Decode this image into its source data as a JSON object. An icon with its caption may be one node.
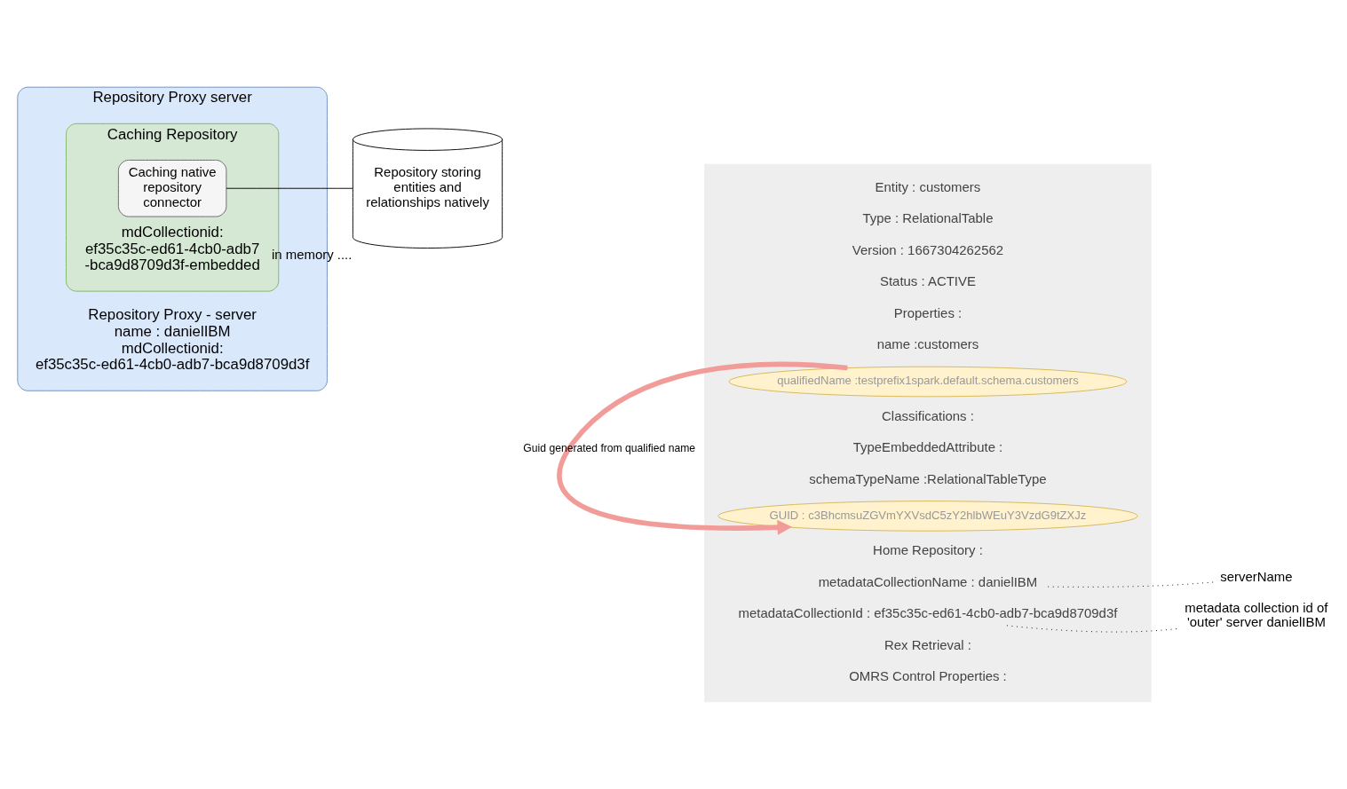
{
  "diagram": {
    "nodes": [
      {
        "text": [
          "Repository Proxy server",
          "Repository Proxy - server name : danielIBM mdCollectionid: ef35c35c-ed61-4cb0-adb7-bca9d8709d3f"
        ]
      },
      {
        "text": [
          "Caching Repository",
          "mdCollectionid: ef35c35c-ed61-4cb0-adb7 -bca9d8709d3f-embedded"
        ],
        "in": 0
      },
      {
        "text": [
          "Caching native repository connector"
        ],
        "in": 1
      },
      {
        "text": [
          "Repository storing entities and relationships natively"
        ],
        "beside": [
          "in memory ...."
        ]
      },
      {
        "text": [],
        "shape": "box"
      },
      {
        "text": [
          "Entity : customers"
        ],
        "in": 4
      },
      {
        "text": [
          "Type : RelationalTable"
        ],
        "in": 4
      },
      {
        "text": [
          "Version : 1667304262562"
        ],
        "in": 4
      },
      {
        "text": [
          "Status : ACTIVE"
        ],
        "in": 4
      },
      {
        "text": [
          "Properties :"
        ],
        "in": 4
      },
      {
        "text": [
          "name :customers"
        ],
        "in": 4
      },
      {
        "text": [
          "qualifiedName :testprefix1spark.default.schema.customers"
        ],
        "in": 4
      },
      {
        "text": [
          "Classifications :"
        ],
        "in": 4
      },
      {
        "text": [
          "TypeEmbeddedAttribute :"
        ],
        "in": 4
      },
      {
        "text": [
          "schemaTypeName :RelationalTableType"
        ],
        "in": 4
      },
      {
        "text": [
          "GUID : c3BhcmsuZGVmYXVsdC5zY2hlbWEuY3VzdG9tZXJz"
        ],
        "in": 4
      },
      {
        "text": [
          "Home Repository :"
        ],
        "in": 4
      },
      {
        "text": [
          "metadataCollectionName : danielIBM"
        ],
        "in": 4
      },
      {
        "text": [
          "metadataCollectionId : ef35c35c-ed61-4cb0-adb7-bca9d8709d3f"
        ],
        "in": 4
      },
      {
        "text": [
          "Rex Retrieval :"
        ],
        "in": 4
      },
      {
        "text": [
          "OMRS Control Properties :"
        ],
        "in": 4
      },
      {
        "text": [
          "serverName"
        ]
      },
      {
        "text": [
          "metadata collection id of 'outer' server danielIBM"
        ]
      }
    ],
    "edges": [
      {
        "from": 2,
        "to": 3,
        "arrow": "none"
      },
      {
        "from": 11,
        "to": 15,
        "arrow": "to",
        "label": "Guid generated from qualified name",
        "style": "thick",
        "color": "#f19c99"
      },
      {
        "from": 21,
        "to": 17,
        "arrow": "none",
        "style": "dashed"
      },
      {
        "from": 22,
        "to": 18,
        "arrow": "none",
        "style": "dashed"
      }
    ]
  }
}
